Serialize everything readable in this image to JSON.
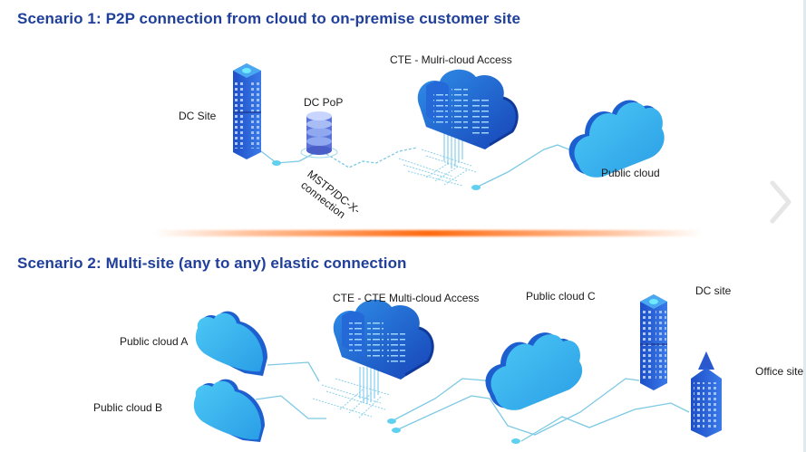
{
  "scenario1": {
    "title": "Scenario 1: P2P connection from cloud to on-premise customer site",
    "labels": {
      "dc_site": "DC Site",
      "dc_pop": "DC PoP",
      "cte": "CTE - Mulri-cloud Access",
      "public_cloud": "Public cloud",
      "connection": [
        "MSTP/DC-X-",
        "connection"
      ]
    }
  },
  "scenario2": {
    "title": "Scenario 2: Multi-site (any to any) elastic connection",
    "labels": {
      "cte": "CTE - CTE Multi-cloud Access",
      "public_cloud_a": "Public cloud A",
      "public_cloud_b": "Public cloud B",
      "public_cloud_c": "Public cloud C",
      "dc_site": "DC site",
      "office_site": "Office site"
    }
  },
  "navigation": {
    "next_icon": "chevron-right-icon"
  },
  "colors": {
    "title": "#1f3f9a",
    "divider": "#ff6a10",
    "cloud_light": "#3fb8f0",
    "cloud_dark": "#1e5fd0",
    "building": "#2f5fd8",
    "line": "#7cc9e4"
  }
}
